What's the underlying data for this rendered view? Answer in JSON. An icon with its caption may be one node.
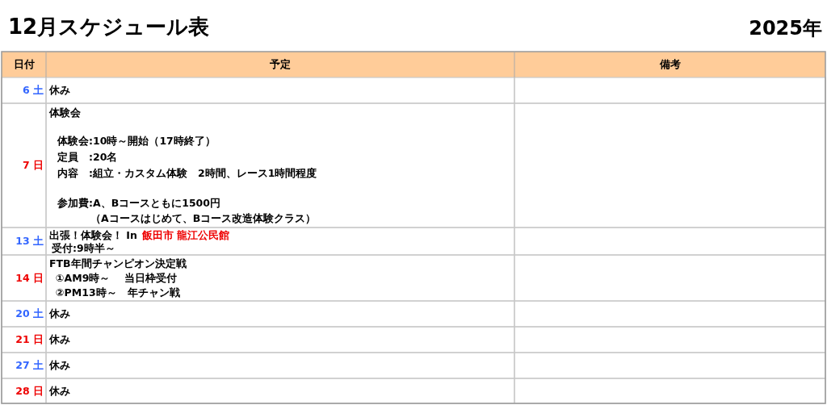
{
  "diagram": {
    "title": "12月スケジュール表",
    "labels": [
      "2025年",
      "日付",
      "予定",
      "備考",
      "6 土",
      "休み",
      "7 日",
      "体験会",
      "体験会:10時～開始（17時終了）",
      "定員　:20名",
      "内容　:組立・カスタム体験　2時間、レース1時間程度",
      "参加費:A、Bコースともに1500円",
      "（Aコースはじめて、Bコース改造体験クラス）",
      "13 土",
      "出張！体験会！ In",
      "飯田市 龍江公民館",
      "受付:9時半～",
      "14 日",
      "FTB年間チャンピオン決定戦",
      "①AM9時～　 当日枠受付",
      "②PM13時～　年チャン戦",
      "20 土",
      "休み",
      "21 日",
      "休み",
      "27 土",
      "休み",
      "28 日",
      "休み"
    ]
  }
}
